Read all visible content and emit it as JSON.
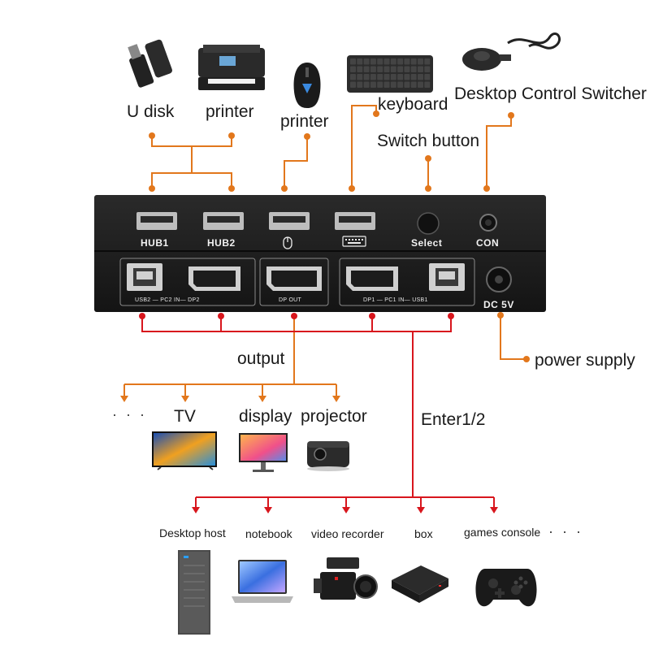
{
  "top_devices": {
    "udisk": "U disk",
    "printer_left": "printer",
    "printer_right": "printer",
    "keyboard": "keyboard",
    "control_switcher": "Desktop Control Switcher",
    "switch_button": "Switch button"
  },
  "panel": {
    "hub1": "HUB1",
    "hub2": "HUB2",
    "select": "Select",
    "con": "CON",
    "usb2_pc2": "USB2 — PC2 IN— DP2",
    "dp_out": "DP OUT",
    "dp1_pc1": "DP1 — PC1 IN— USB1",
    "dc5v": "DC 5V"
  },
  "outputs": {
    "title": "output",
    "ellipsis": "· · ·",
    "tv": "TV",
    "display": "display",
    "projector": "projector"
  },
  "power_supply": "power supply",
  "enter": "Enter1/2",
  "hosts": {
    "desktop_host": "Desktop host",
    "notebook": "notebook",
    "video_recorder": "video recorder",
    "box": "box",
    "games_console": "games console",
    "ellipsis": "· · ·"
  },
  "colors": {
    "orange_wire": "#e2771c",
    "red_wire": "#d8161d",
    "panel_body": "#1e1e1e",
    "panel_text": "#f2f2f2"
  }
}
